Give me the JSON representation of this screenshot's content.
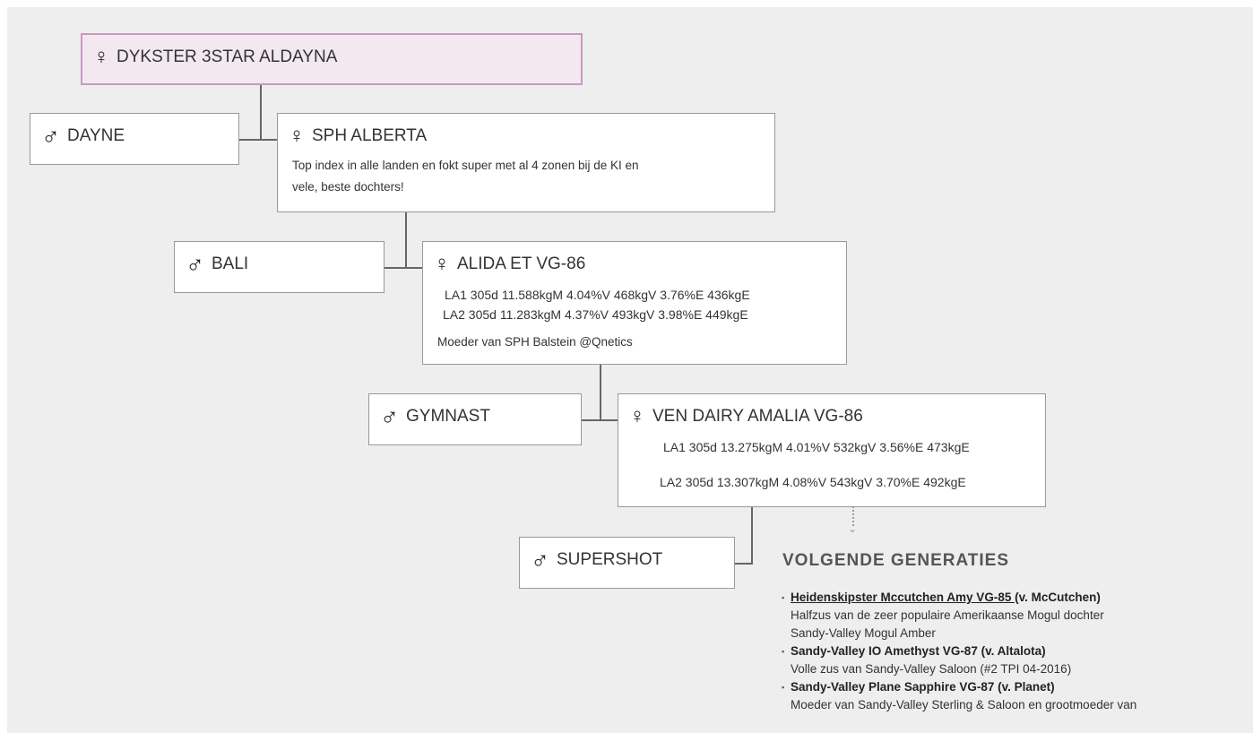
{
  "nodes": {
    "root": {
      "name": "DYKSTER 3STAR ALDAYNA",
      "symbol": "♀"
    },
    "dayne": {
      "name": "DAYNE",
      "symbol": "♂"
    },
    "alberta": {
      "name": "SPH ALBERTA",
      "symbol": "♀",
      "desc1": "Top index in alle landen en fokt super met al 4 zonen bij de KI en",
      "desc2": "vele, beste dochters!"
    },
    "bali": {
      "name": "BALI",
      "symbol": "♂"
    },
    "alida": {
      "name": "ALIDA ET VG-86",
      "symbol": "♀",
      "la1": "LA1 305d 11.588kgM 4.04%V 468kgV 3.76%E 436kgE",
      "la2": "LA2 305d 11.283kgM 4.37%V 493kgV 3.98%E 449kgE",
      "note": "Moeder van SPH Balstein @Qnetics"
    },
    "gymnast": {
      "name": "GYMNAST",
      "symbol": "♂"
    },
    "amalia": {
      "name": "VEN DAIRY AMALIA VG-86",
      "symbol": "♀",
      "la1": "LA1 305d 13.275kgM  4.01%V 532kgV 3.56%E  473kgE",
      "la2": "LA2 305d 13.307kgM 4.08%V 543kgV 3.70%E 492kgE"
    },
    "supershot": {
      "name": "SUPERSHOT",
      "symbol": "♂"
    }
  },
  "next_generations": {
    "title": "VOLGENDE GENERATIES",
    "items": [
      {
        "link": "Heidenskipster Mccutchen Amy VG-85 ",
        "sire": "(v. McCutchen)",
        "line1": "Halfzus van de zeer populaire Amerikaanse Mogul dochter",
        "line2": "Sandy-Valley Mogul Amber"
      },
      {
        "head": "Sandy-Valley IO Amethyst VG-87 (v. Altalota)",
        "line1": "Volle zus van Sandy-Valley Saloon (#2 TPI 04-2016)"
      },
      {
        "head": "Sandy-Valley Plane Sapphire VG-87 (v. Planet)",
        "line1": "Moeder van Sandy-Valley Sterling & Saloon en grootmoeder van"
      }
    ]
  }
}
